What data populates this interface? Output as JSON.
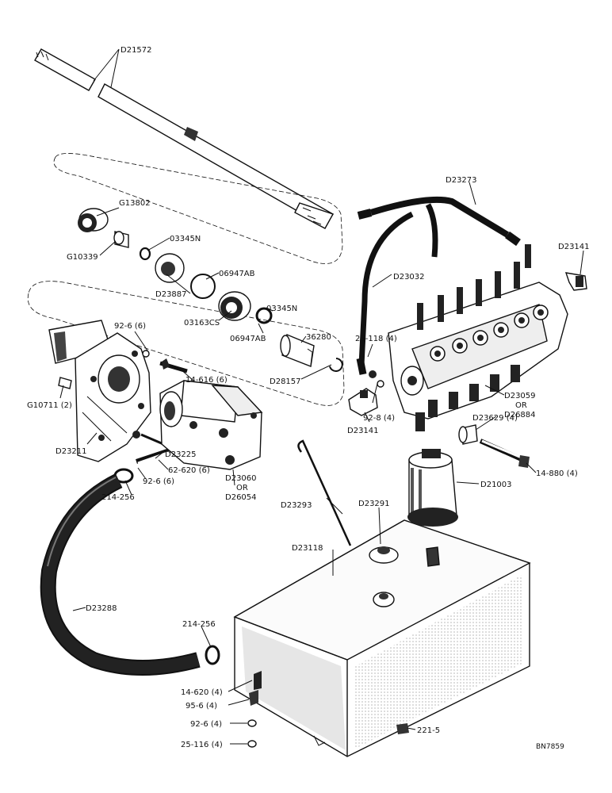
{
  "labels": {
    "d21572": "D21572",
    "g13802": "G13802",
    "g10339": "G10339",
    "n03345a": "03345N",
    "d23887": "D23887",
    "n06947a": "06947AB",
    "c03163": "03163CS",
    "n03345b": "03345N",
    "n06947b": "06947AB",
    "p36280": "36280",
    "d28157": "D28157",
    "p92_6_6a": "92-6 (6)",
    "p14_616": "14-616 (6)",
    "g10711": "G10711 (2)",
    "d23211": "D23211",
    "d23225": "D23225",
    "p62_620": "62-620 (6)",
    "p92_6_6b": "92-6 (6)",
    "p214_256a": "214-256",
    "d23060": "D23060",
    "or1": "OR",
    "d26054": "D26054",
    "d23273": "D23273",
    "d23141a": "D23141",
    "d23032": "D23032",
    "p25_118": "25-118 (4)",
    "p92_8": "92-8 (4)",
    "d23141b": "D23141",
    "d23059": "D23059",
    "or2": "OR",
    "d26884": "D26884",
    "d23629": "D23629 (4)",
    "p14_880": "14-880 (4)",
    "d21003": "D21003",
    "d23293": "D23293",
    "d23291": "D23291",
    "d23118": "D23118",
    "d23288": "D23288",
    "p214_256b": "214-256",
    "p14_620": "14-620 (4)",
    "p95_6": "95-6 (4)",
    "p92_6_4": "92-6 (4)",
    "p25_116": "25-116 (4)",
    "p221_5": "221-5",
    "bn": "BN7859"
  }
}
